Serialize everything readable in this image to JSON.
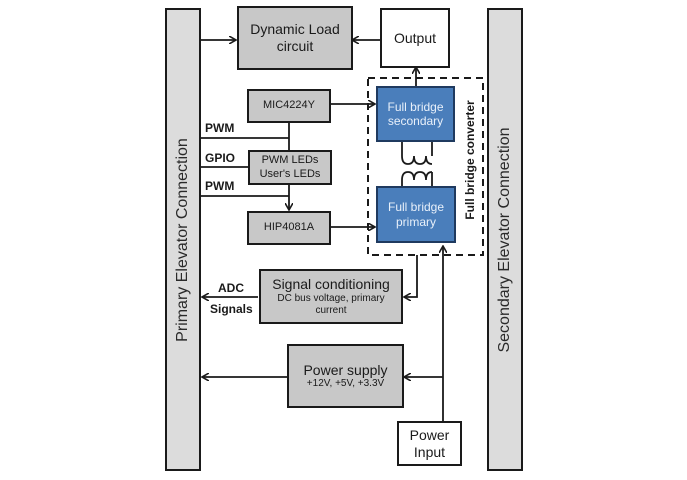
{
  "diagram": {
    "left_bar": {
      "label": "Primary Elevator Connection"
    },
    "right_bar": {
      "label": "Secondary Elevator Connection"
    },
    "blocks": {
      "dynamic_load": {
        "line1": "Dynamic Load",
        "line2": "circuit"
      },
      "output": {
        "label": "Output"
      },
      "mic4224y": {
        "label": "MIC4224Y"
      },
      "pwm_leds": {
        "line1": "PWM LEDs",
        "line2": "User's LEDs"
      },
      "hip4081a": {
        "label": "HIP4081A"
      },
      "fb_secondary": {
        "line1": "Full bridge",
        "line2": "secondary"
      },
      "fb_primary": {
        "line1": "Full bridge",
        "line2": "primary"
      },
      "signal_conditioning": {
        "title": "Signal conditioning",
        "line1": "DC bus voltage,  primary",
        "line2": "current"
      },
      "power_supply": {
        "title": "Power supply",
        "sub": "+12V, +5V, +3.3V"
      },
      "power_input": {
        "line1": "Power",
        "line2": "Input"
      }
    },
    "group_label": "Full bridge converter",
    "signal_labels": {
      "pwm_top": "PWM",
      "gpio": "GPIO",
      "pwm_bottom": "PWM",
      "adc_line1": "ADC",
      "adc_line2": "Signals"
    },
    "colors": {
      "block_gray": "#c8c8c8",
      "bar_gray": "#dcdcdc",
      "converter_blue": "#4a7ebb"
    }
  }
}
